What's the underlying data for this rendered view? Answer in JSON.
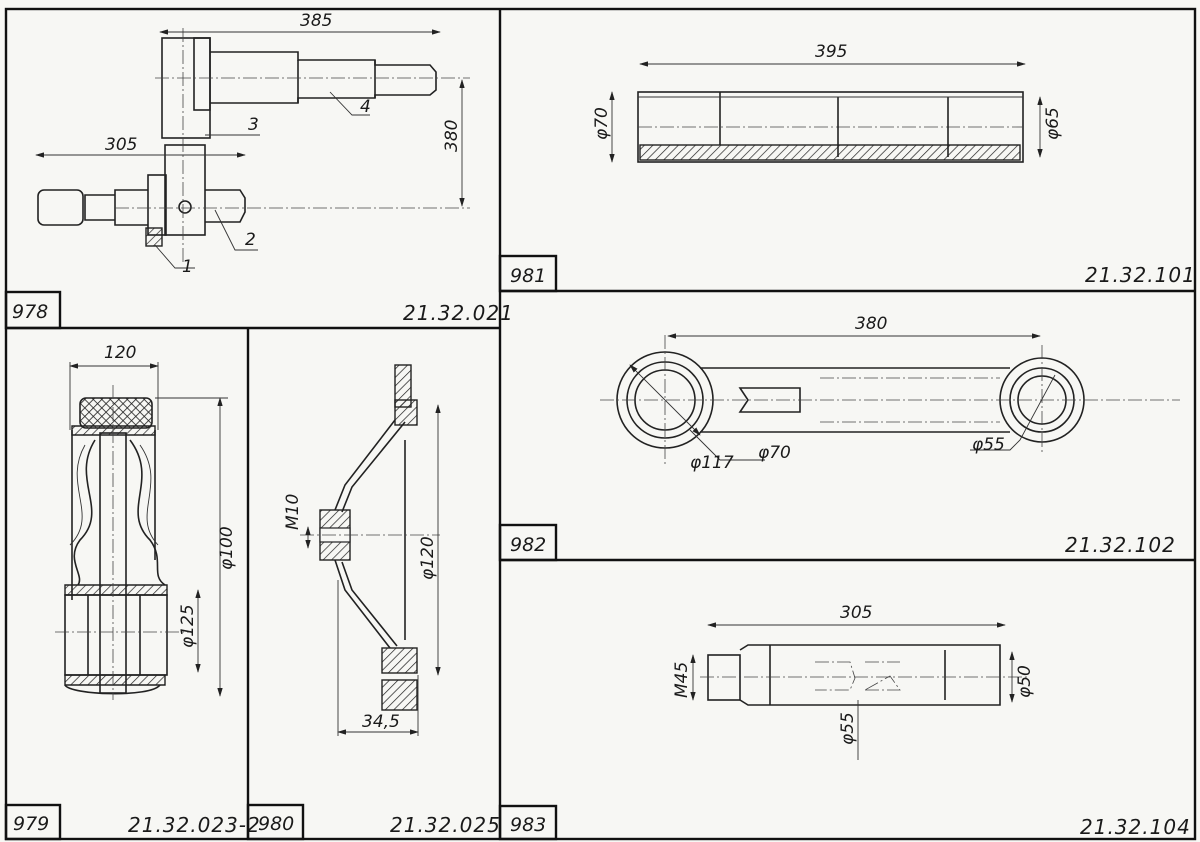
{
  "panels": [
    {
      "number": "978",
      "code": "21.32.021",
      "dims": {
        "length_top": "385",
        "length_left": "305",
        "height": "380"
      },
      "callouts": [
        "1",
        "2",
        "3",
        "4"
      ]
    },
    {
      "number": "979",
      "code": "21.32.023-2",
      "dims": {
        "width": "120",
        "dia_outer": "φ100",
        "dia_inner": "φ125"
      }
    },
    {
      "number": "980",
      "code": "21.32.025",
      "dims": {
        "thread": "M10",
        "dia": "φ120",
        "depth": "34,5"
      }
    },
    {
      "number": "981",
      "code": "21.32.101",
      "dims": {
        "length": "395",
        "dia_left": "φ70",
        "dia_right": "φ65"
      }
    },
    {
      "number": "982",
      "code": "21.32.102",
      "dims": {
        "length": "380",
        "dia_eye": "φ117",
        "dia_left": "φ70",
        "dia_right": "φ55"
      }
    },
    {
      "number": "983",
      "code": "21.32.104",
      "dims": {
        "length": "305",
        "thread": "M45",
        "dia_mid": "φ55",
        "dia_right": "φ50"
      }
    }
  ]
}
